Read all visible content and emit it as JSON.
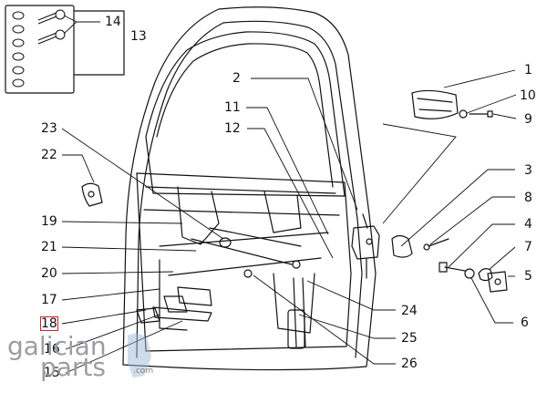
{
  "labels": {
    "n1": "1",
    "n2": "2",
    "n3": "3",
    "n4": "4",
    "n5": "5",
    "n6": "6",
    "n7": "7",
    "n8": "8",
    "n9": "9",
    "n10": "10",
    "n11": "11",
    "n12": "12",
    "n13": "13",
    "n14": "14",
    "n15": "15",
    "n16": "16",
    "n17": "17",
    "n18": "18",
    "n19": "19",
    "n20": "20",
    "n21": "21",
    "n22": "22",
    "n23": "23",
    "n24": "24",
    "n25": "25",
    "n26": "26"
  },
  "watermark": {
    "line1": "galician",
    "line2": "parts",
    "suffix": ".com"
  },
  "colors": {
    "ink": "#111111",
    "highlight": "#d3202a",
    "watermark": "#9a9ea3",
    "map": "#9fb9d6"
  }
}
